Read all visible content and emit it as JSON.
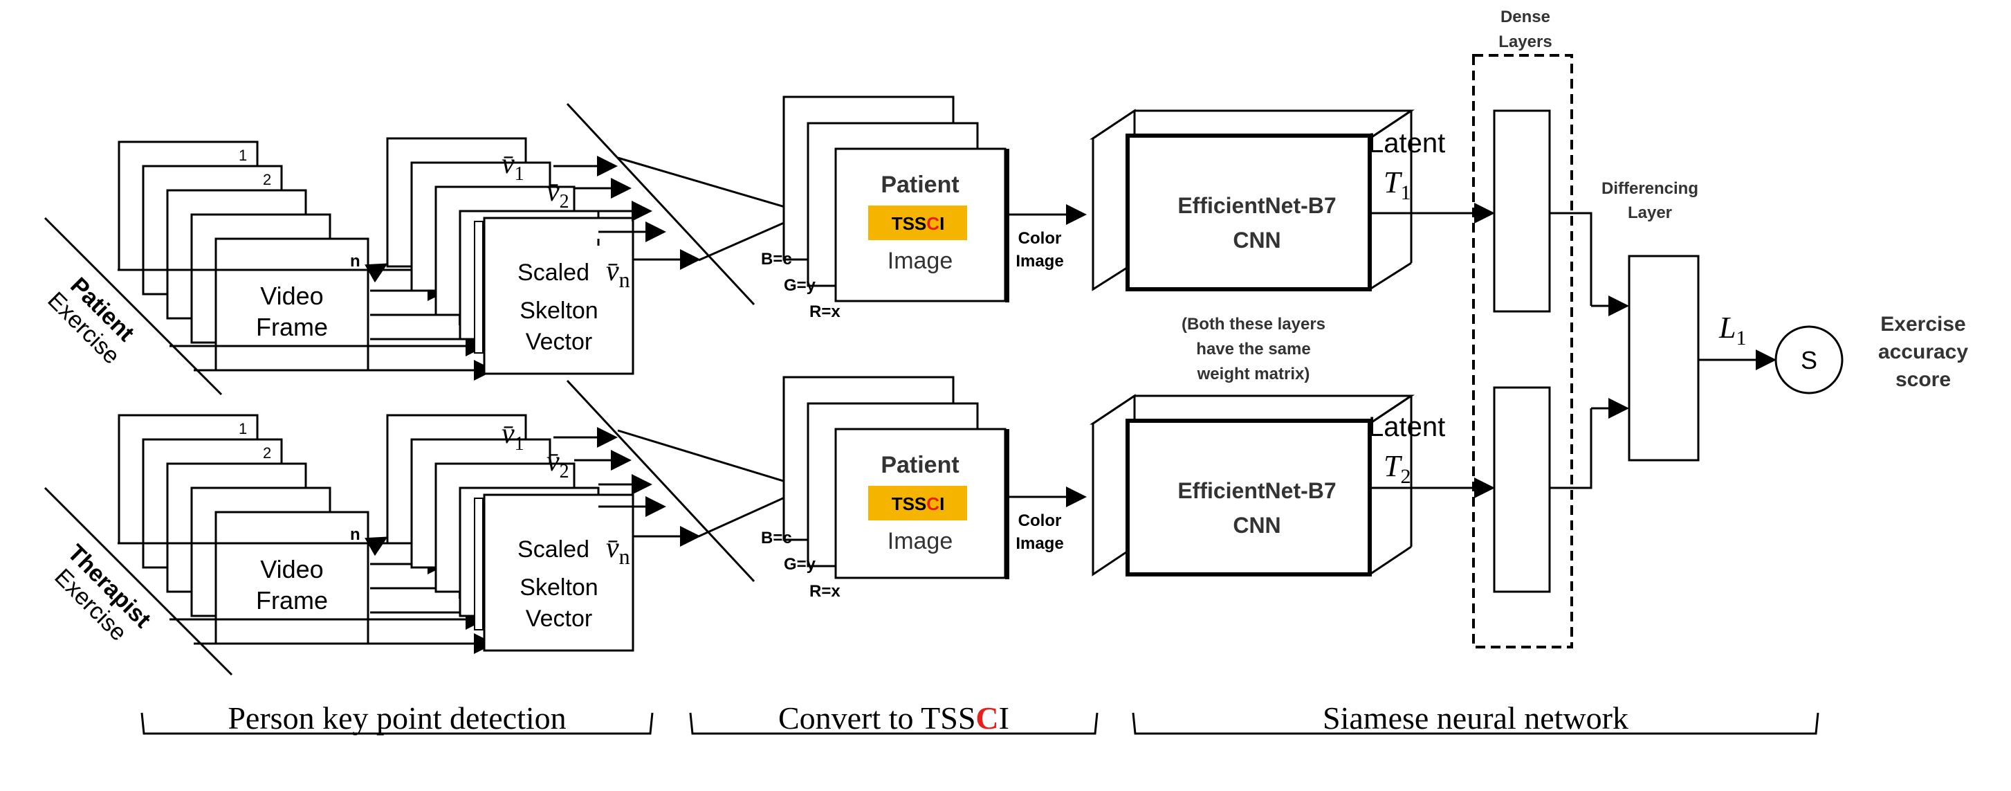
{
  "rows": [
    {
      "side_bold": "Patient",
      "side_light": "Exercise",
      "frame_nums": [
        "1",
        "2",
        "n"
      ],
      "video_label": [
        "Video",
        "Frame"
      ],
      "vec_labels": [
        "v̄",
        "v̄",
        "v̄"
      ],
      "vec_subs": [
        "1",
        "2",
        "n"
      ],
      "skeleton_label": [
        "Scaled",
        "Skelton",
        "Vector"
      ],
      "channels": [
        "B=c",
        "G=y",
        "R=x"
      ],
      "tssci_title": "Patient",
      "tssci_badge": {
        "pre": "TSS",
        "hl": "C",
        "post": "I"
      },
      "tssci_sub": "Image",
      "color_image": [
        "Color",
        "Image"
      ],
      "cnn": [
        "EfficientNet-B7",
        "CNN"
      ],
      "latent": "Latent",
      "latent_var": "T",
      "latent_sub": "1"
    },
    {
      "side_bold": "Therapist",
      "side_light": "Exercise",
      "frame_nums": [
        "1",
        "2",
        "n"
      ],
      "video_label": [
        "Video",
        "Frame"
      ],
      "vec_labels": [
        "v̄",
        "v̄",
        "v̄"
      ],
      "vec_subs": [
        "1",
        "2",
        "n"
      ],
      "skeleton_label": [
        "Scaled",
        "Skelton",
        "Vector"
      ],
      "channels": [
        "B=c",
        "G=y",
        "R=x"
      ],
      "tssci_title": "Patient",
      "tssci_badge": {
        "pre": "TSS",
        "hl": "C",
        "post": "I"
      },
      "tssci_sub": "Image",
      "color_image": [
        "Color",
        "Image"
      ],
      "cnn": [
        "EfficientNet-B7",
        "CNN"
      ],
      "latent": "Latent",
      "latent_var": "T",
      "latent_sub": "2"
    }
  ],
  "shared_note": [
    "(Both these layers",
    "have the same",
    "weight matrix)"
  ],
  "dense_label": [
    "Dense",
    "Layers"
  ],
  "diff_label": [
    "Differencing",
    "Layer"
  ],
  "l1": {
    "var": "L",
    "sub": "1"
  },
  "s_node": "S",
  "score": [
    "Exercise",
    "accuracy",
    "score"
  ],
  "sections": {
    "keypoint": "Person key point detection",
    "convert": {
      "pre": "Convert to TSS",
      "hl": "C",
      "post": "I"
    },
    "siamese": "Siamese neural network"
  },
  "colors": {
    "badge": "#f5b400",
    "highlight": "#e8201a",
    "line": "#000000"
  }
}
